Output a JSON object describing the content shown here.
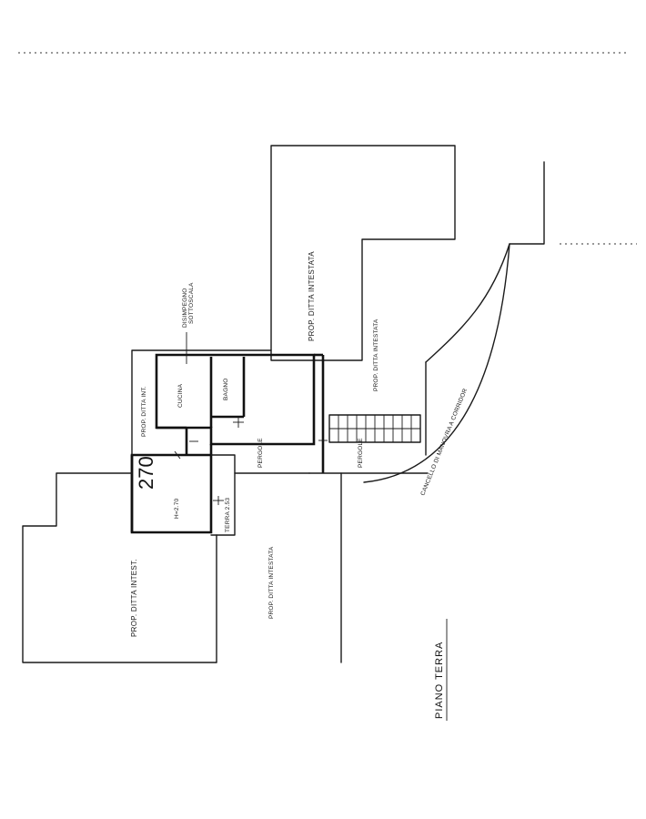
{
  "labels": {
    "prop_ditta_intestata_top": "PROP. DITTA INTESTATA",
    "prop_ditta_intestata_mid": "PROP. DITTA INTESTATA",
    "disimpegno": "DISIMPEGNO",
    "sottoscala": "SOTTOSCALA",
    "cucina": "CUCINA",
    "bagno": "BAGNO",
    "prop_ditta_int": "PROP. DITTA INT.",
    "room_number": "270",
    "height": "H=2.70",
    "terra_label": "TERRA 2.53",
    "pergole_1": "PERGOLE",
    "pergole_2": "PERGOLE",
    "cancello": "CANCELLO DI MANOVRA A CORRIDOR",
    "prop_ditta_intest": "PROP. DITTA INTEST.",
    "prop_ditta_intestata_low": "PROP. DITTA INTESTATA",
    "piano_terra": "PIANO TERRA"
  }
}
